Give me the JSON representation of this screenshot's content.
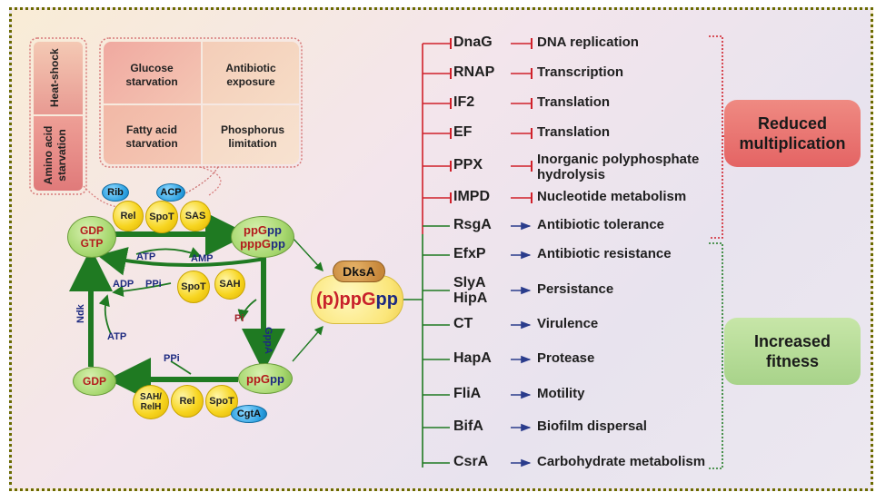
{
  "stress_conditions": {
    "heat_shock": "Heat-shock",
    "amino_acid": "Amino acid starvation",
    "glucose": "Glucose starvation",
    "antibiotic": "Antibiotic exposure",
    "fatty_acid": "Fatty acid starvation",
    "phosphorus": "Phosphorus limitation"
  },
  "cycle": {
    "gdp_gtp_top": "GDP",
    "gdp_gtp_bottom": "GTP",
    "ppgpp_red": "ppG",
    "ppgpp_blue": "pp",
    "pppgpp_red": "pppG",
    "pppgpp_blue": "pp",
    "gdp_bottom": "GDP",
    "ppgpp2_red": "ppG",
    "ppgpp2_blue": "pp",
    "rib": "Rib",
    "acp": "ACP",
    "rel": "Rel",
    "spot": "SpoT",
    "sas": "SAS",
    "spot_mid": "SpoT",
    "sah": "SAH",
    "sah_relh": "SAH/ RelH",
    "rel_bottom": "Rel",
    "spot_bottom": "SpoT",
    "cgta": "CgtA",
    "atp1": "ATP",
    "amp": "AMP",
    "adp": "ADP",
    "ppi1": "PPi",
    "pi": "Pi",
    "gppa": "GppA",
    "ndk": "Ndk",
    "atp2": "ATP",
    "ppi2": "PPi"
  },
  "center": {
    "dksa": "DksA",
    "p_red": "(p)ppG",
    "p_blue": "pp"
  },
  "targets": [
    {
      "name": "DnaG",
      "outcome": "DNA replication",
      "kind": "inhibit"
    },
    {
      "name": "RNAP",
      "outcome": "Transcription",
      "kind": "inhibit"
    },
    {
      "name": "IF2",
      "outcome": "Translation",
      "kind": "inhibit"
    },
    {
      "name": "EF",
      "outcome": "Translation",
      "kind": "inhibit"
    },
    {
      "name": "PPX",
      "outcome": "Inorganic polyphosphate hydrolysis",
      "kind": "inhibit"
    },
    {
      "name": "IMPD",
      "outcome": "Nucleotide metabolism",
      "kind": "inhibit"
    },
    {
      "name": "RsgA",
      "outcome": "Antibiotic tolerance",
      "kind": "activate"
    },
    {
      "name": "EfxP",
      "outcome": "Antibiotic resistance",
      "kind": "activate"
    },
    {
      "name": "SlyA HipA",
      "outcome": "Persistance",
      "kind": "activate"
    },
    {
      "name": "CT",
      "outcome": "Virulence",
      "kind": "activate"
    },
    {
      "name": "HapA",
      "outcome": "Protease",
      "kind": "activate"
    },
    {
      "name": "FliA",
      "outcome": "Motility",
      "kind": "activate"
    },
    {
      "name": "BifA",
      "outcome": "Biofilm dispersal",
      "kind": "activate"
    },
    {
      "name": "CsrA",
      "outcome": "Carbohydrate metabolism",
      "kind": "activate"
    }
  ],
  "effects": {
    "reduced": "Reduced multiplication",
    "increased": "Increased fitness"
  },
  "colors": {
    "inhibit": "#d0202a",
    "activate": "#2a3c8c",
    "arrow_green": "#1f7a22",
    "reduced_box": "#e86a6a",
    "increased_box": "#b9dd9a"
  }
}
